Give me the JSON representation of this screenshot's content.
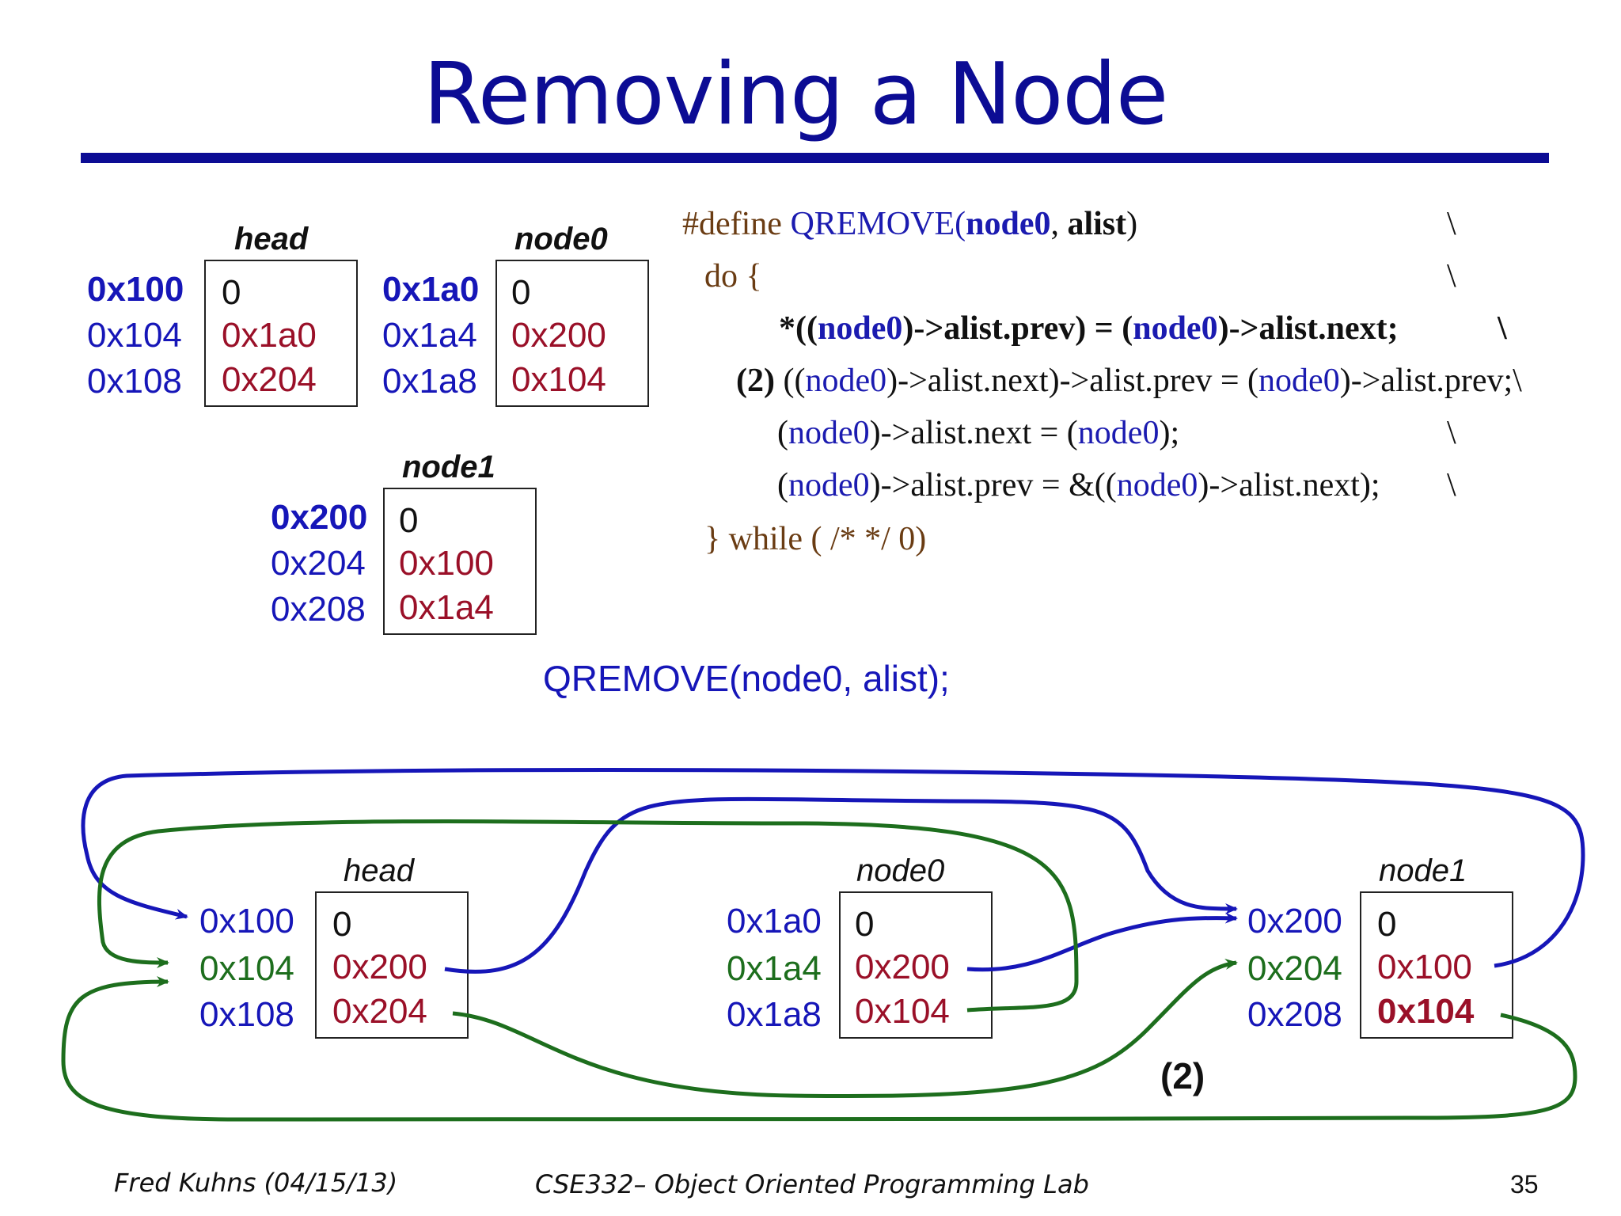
{
  "title": "Removing a Node",
  "top_nodes": {
    "head": {
      "label": "head",
      "addrs": [
        "0x100",
        "0x104",
        "0x108"
      ],
      "vals": [
        "0",
        "0x1a0",
        "0x204"
      ]
    },
    "node0": {
      "label": "node0",
      "addrs": [
        "0x1a0",
        "0x1a4",
        "0x1a8"
      ],
      "vals": [
        "0",
        "0x200",
        "0x104"
      ]
    },
    "node1": {
      "label": "node1",
      "addrs": [
        "0x200",
        "0x204",
        "0x208"
      ],
      "vals": [
        "0",
        "0x100",
        "0x1a4"
      ]
    }
  },
  "code": {
    "line1": {
      "define": "#define ",
      "macro": "QREMOVE(",
      "arg1": "node0",
      "comma": ", ",
      "arg2": "alist",
      "close": ")"
    },
    "line2": "do {",
    "line3": {
      "star": "*((",
      "n": "node0",
      "rest1": ")->alist.prev) = (",
      "n2": "node0",
      "rest2": ")->alist.next;"
    },
    "line4": {
      "num": "(2) ",
      "p1": "((",
      "n": "node0",
      "p2": ")->alist.next)->alist.prev = (",
      "n2": "node0",
      "p3": ")->alist.prev;\\"
    },
    "line5": {
      "p1": "(",
      "n": "node0",
      "p2": ")->alist.next = (",
      "n2": "node0",
      "p3": ");"
    },
    "line6": {
      "p1": "(",
      "n": "node0",
      "p2": ")->alist.prev = &((",
      "n2": "node0",
      "p3": ")->alist.next);"
    },
    "line7": "} while ( /* */ 0)",
    "backslash": "\\"
  },
  "call": "QREMOVE(node0, alist);",
  "bottom_nodes": {
    "head": {
      "label": "head",
      "addrs": [
        "0x100",
        "0x104",
        "0x108"
      ],
      "vals": [
        "0",
        "0x200",
        "0x204"
      ]
    },
    "node0": {
      "label": "node0",
      "addrs": [
        "0x1a0",
        "0x1a4",
        "0x1a8"
      ],
      "vals": [
        "0",
        "0x200",
        "0x104"
      ]
    },
    "node1": {
      "label": "node1",
      "addrs": [
        "0x200",
        "0x204",
        "0x208"
      ],
      "vals": [
        "0",
        "0x100",
        "0x104"
      ]
    }
  },
  "step_label": "(2)",
  "footer": {
    "author": "Fred Kuhns (04/15/13)",
    "course": "CSE332– Object Oriented Programming Lab",
    "page": "35"
  },
  "colors": {
    "title": "#0c0c94",
    "address": "#1616b8",
    "value": "#9a1028",
    "next_arrow": "#1616b8",
    "prev_arrow": "#1d6e1d",
    "code_keyword": "#6a3c13"
  }
}
